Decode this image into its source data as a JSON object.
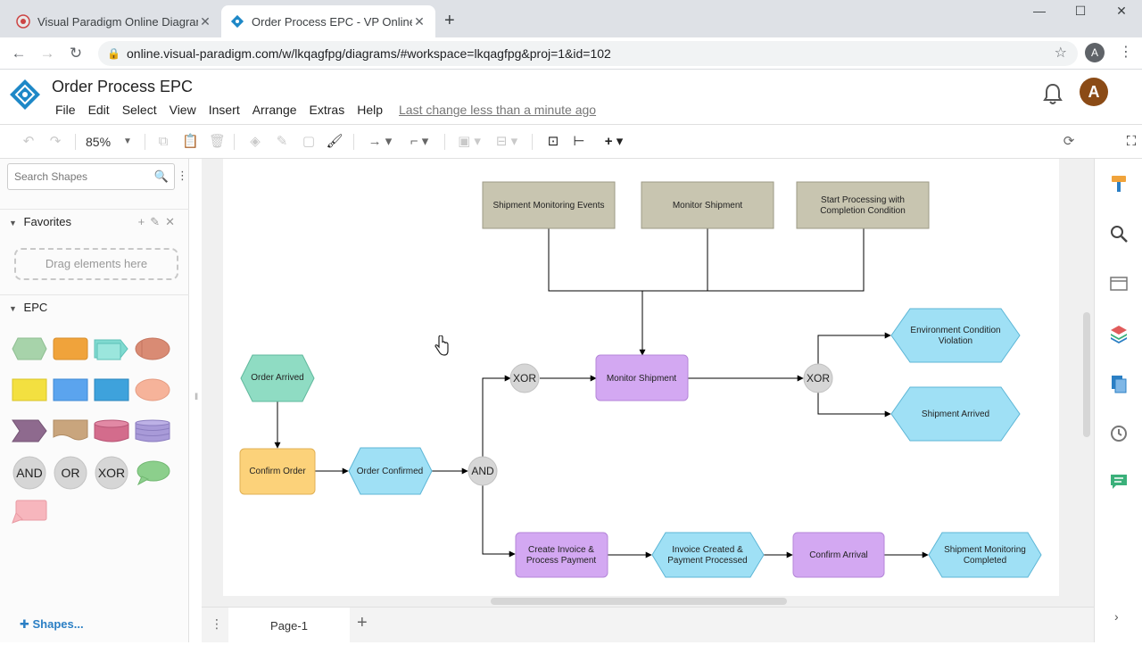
{
  "browser": {
    "tabs": [
      {
        "title": "Visual Paradigm Online Diagrams",
        "active": false
      },
      {
        "title": "Order Process EPC - VP Online",
        "active": true
      }
    ],
    "url": "online.visual-paradigm.com/w/lkqagfpg/diagrams/#workspace=lkqagfpg&proj=1&id=102",
    "profile_initial": "A"
  },
  "app": {
    "title": "Order Process EPC",
    "menu": [
      "File",
      "Edit",
      "Select",
      "View",
      "Insert",
      "Arrange",
      "Extras",
      "Help"
    ],
    "last_change": "Last change less than a minute ago",
    "user_initial": "A",
    "accent": "#1e88c7"
  },
  "toolbar": {
    "zoom": "85%"
  },
  "left_panel": {
    "search_placeholder": "Search Shapes",
    "favorites_label": "Favorites",
    "drop_hint": "Drag elements here",
    "epc_label": "EPC",
    "operator_labels": [
      "AND",
      "OR",
      "XOR"
    ],
    "more_shapes": "Shapes..."
  },
  "pages": {
    "current": "Page-1"
  },
  "diagram": {
    "shipment_monitoring_events": "Shipment Monitoring Events",
    "monitor_shipment_top": "Monitor Shipment",
    "start_processing_line1": "Start Processing with",
    "start_processing_line2": "Completion Condition",
    "order_arrived": "Order Arrived",
    "confirm_order": "Confirm Order",
    "order_confirmed": "Order Confirmed",
    "and_gate": "AND",
    "xor_gate_left": "XOR",
    "monitor_shipment": "Monitor Shipment",
    "xor_gate_right": "XOR",
    "env_violation_line1": "Environment Condition",
    "env_violation_line2": "Violation",
    "shipment_arrived": "Shipment Arrived",
    "create_invoice_line1": "Create Invoice &",
    "create_invoice_line2": "Process Payment",
    "invoice_created_line1": "Invoice Created &",
    "invoice_created_line2": "Payment Processed",
    "confirm_arrival": "Confirm Arrival",
    "shipment_completed_line1": "Shipment Monitoring",
    "shipment_completed_line2": "Completed"
  }
}
